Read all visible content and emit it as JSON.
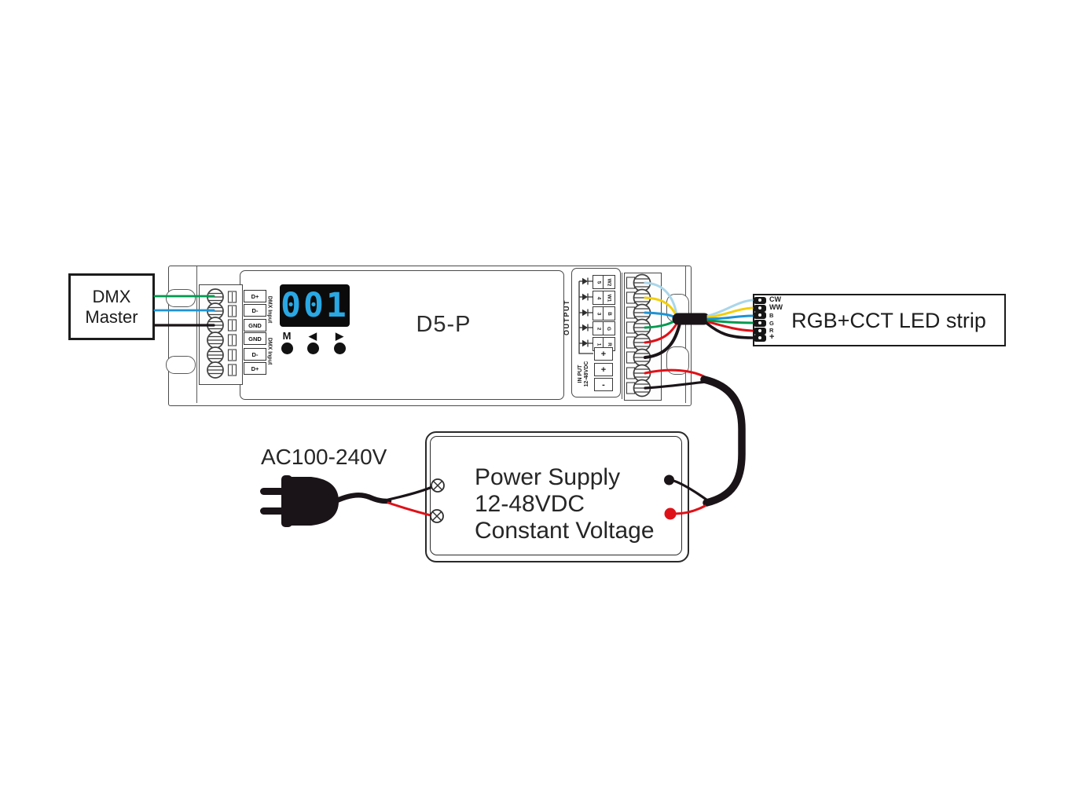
{
  "colors": {
    "outline": "#4a4a4a",
    "box_border": "#1c1c1c",
    "display_bg": "#0b0b0b",
    "display_digit": "#29a8e4",
    "wire_green": "#009a50",
    "wire_blue": "#1e93d4",
    "wire_cyan": "#a9d6ea",
    "wire_yellow": "#f2cf0a",
    "wire_red": "#df1118",
    "wire_black": "#1a1418"
  },
  "dmx_master": {
    "line1": "DMX",
    "line2": "Master"
  },
  "controller": {
    "model": "D5-P",
    "display_value": "001",
    "buttons": [
      {
        "label": "M"
      },
      {
        "label": "◀"
      },
      {
        "label": "▶"
      }
    ],
    "dmx_terminals": [
      "D+",
      "D-",
      "GND",
      "GND",
      "D-",
      "D+"
    ],
    "dmx_input_label": "DMX Input",
    "output_label": "OUTPUT",
    "channels": [
      {
        "num": "5",
        "code": "W2"
      },
      {
        "num": "4",
        "code": "W1"
      },
      {
        "num": "3",
        "code": "B"
      },
      {
        "num": "2",
        "code": "G"
      },
      {
        "num": "1",
        "code": "R"
      }
    ],
    "power_terminals": [
      "+",
      "+",
      "-"
    ],
    "power_input_label_line1": "IN PUT",
    "power_input_label_line2": "12-48VDC"
  },
  "led_strip": {
    "title": "RGB+CCT LED strip",
    "pads": [
      "CW",
      "WW",
      "B",
      "G",
      "R",
      "+"
    ]
  },
  "power_supply": {
    "line1": "Power Supply",
    "line2": "12-48VDC",
    "line3": "Constant Voltage"
  },
  "plug_label": "AC100-240V"
}
